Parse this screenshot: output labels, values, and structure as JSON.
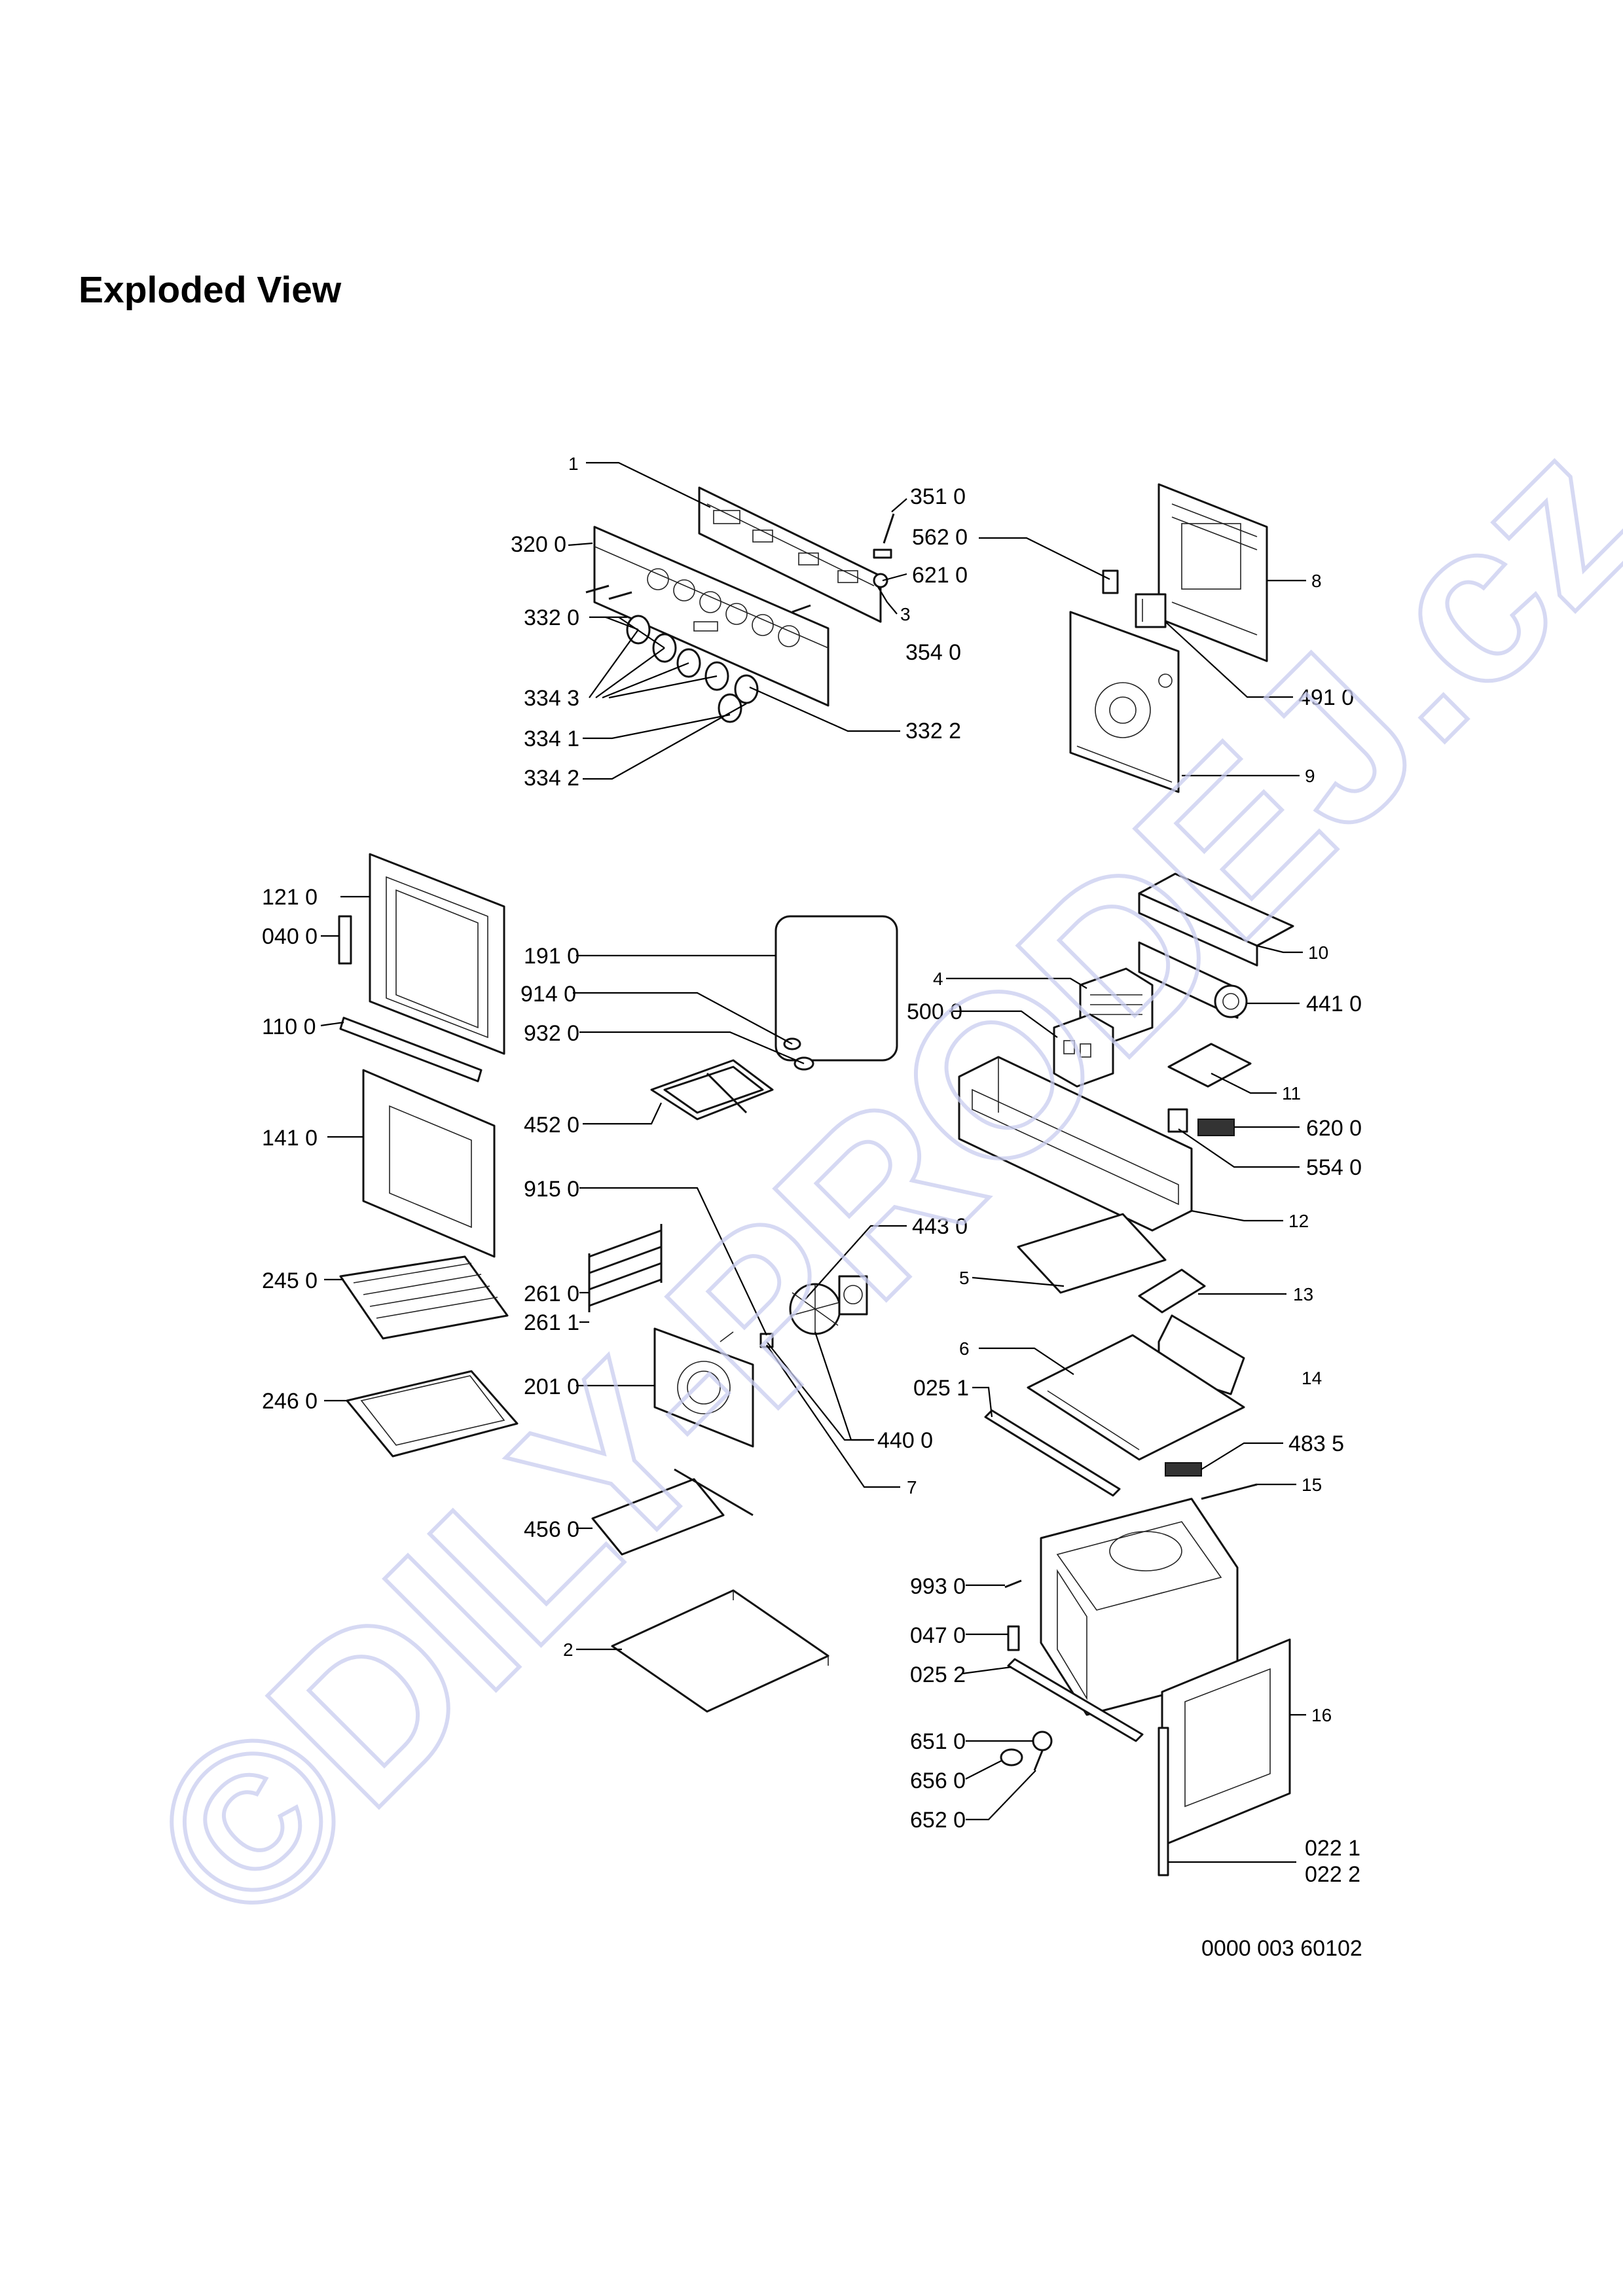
{
  "title": "Exploded View",
  "drawing_code": "0000 003 60102",
  "watermark": "©DILY-PRODEJ.cz",
  "labels": {
    "p1": "1",
    "p351_0": "351 0",
    "p562_0": "562 0",
    "p320_0": "320 0",
    "p621_0": "621 0",
    "p3": "3",
    "p8": "8",
    "p332_0": "332 0",
    "p354_0": "354 0",
    "p491_0": "491 0",
    "p334_3": "334 3",
    "p334_1": "334 1",
    "p332_2": "332 2",
    "p9": "9",
    "p334_2": "334 2",
    "p121_0": "121 0",
    "p040_0": "040 0",
    "p191_0": "191 0",
    "p10": "10",
    "p914_0": "914 0",
    "p4": "4",
    "p441_0": "441 0",
    "p500_0": "500 0",
    "p110_0": "110 0",
    "p932_0": "932 0",
    "p11": "11",
    "p141_0": "141 0",
    "p452_0": "452 0",
    "p620_0": "620 0",
    "p554_0": "554 0",
    "p915_0": "915 0",
    "p12": "12",
    "p443_0": "443 0",
    "p5": "5",
    "p245_0": "245 0",
    "p261_0": "261 0",
    "p261_1": "261 1",
    "p13": "13",
    "p6": "6",
    "p14": "14",
    "p201_0": "201 0",
    "p025_1": "025 1",
    "p246_0": "246 0",
    "p440_0": "440 0",
    "p483_5": "483 5",
    "p7": "7",
    "p15": "15",
    "p456_0": "456 0",
    "p993_0": "993 0",
    "p047_0": "047 0",
    "p2": "2",
    "p025_2": "025 2",
    "p16": "16",
    "p651_0": "651 0",
    "p656_0": "656 0",
    "p652_0": "652 0",
    "p022_1": "022 1",
    "p022_2": "022 2"
  }
}
